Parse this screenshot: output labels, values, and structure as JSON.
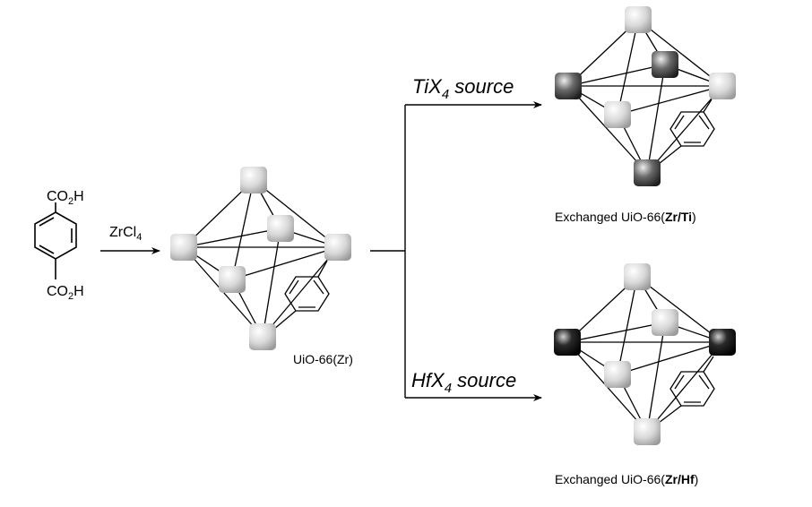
{
  "linker": {
    "top_group": {
      "main": "CO",
      "sub": "2",
      "tail": "H"
    },
    "bottom_group": {
      "main": "CO",
      "sub": "2",
      "tail": "H"
    }
  },
  "step1": {
    "reagent_main": "ZrCl",
    "reagent_sub": "4"
  },
  "parent": {
    "label": "UiO-66(Zr)"
  },
  "route_ti": {
    "condition_pre": "TiX",
    "condition_sub": "4",
    "condition_post": " source",
    "product_prefix": "Exchanged UiO-66(",
    "product_bold": "Zr/Ti",
    "product_suffix": ")"
  },
  "route_hf": {
    "condition_pre": "HfX",
    "condition_sub": "4",
    "condition_post": " source",
    "product_prefix": "Exchanged UiO-66(",
    "product_bold": "Zr/Hf",
    "product_suffix": ")"
  },
  "colors": {
    "zr_node": "#d4d4d4",
    "ti_node": "#5a5a5a",
    "hf_node": "#151515",
    "line": "#000000"
  }
}
